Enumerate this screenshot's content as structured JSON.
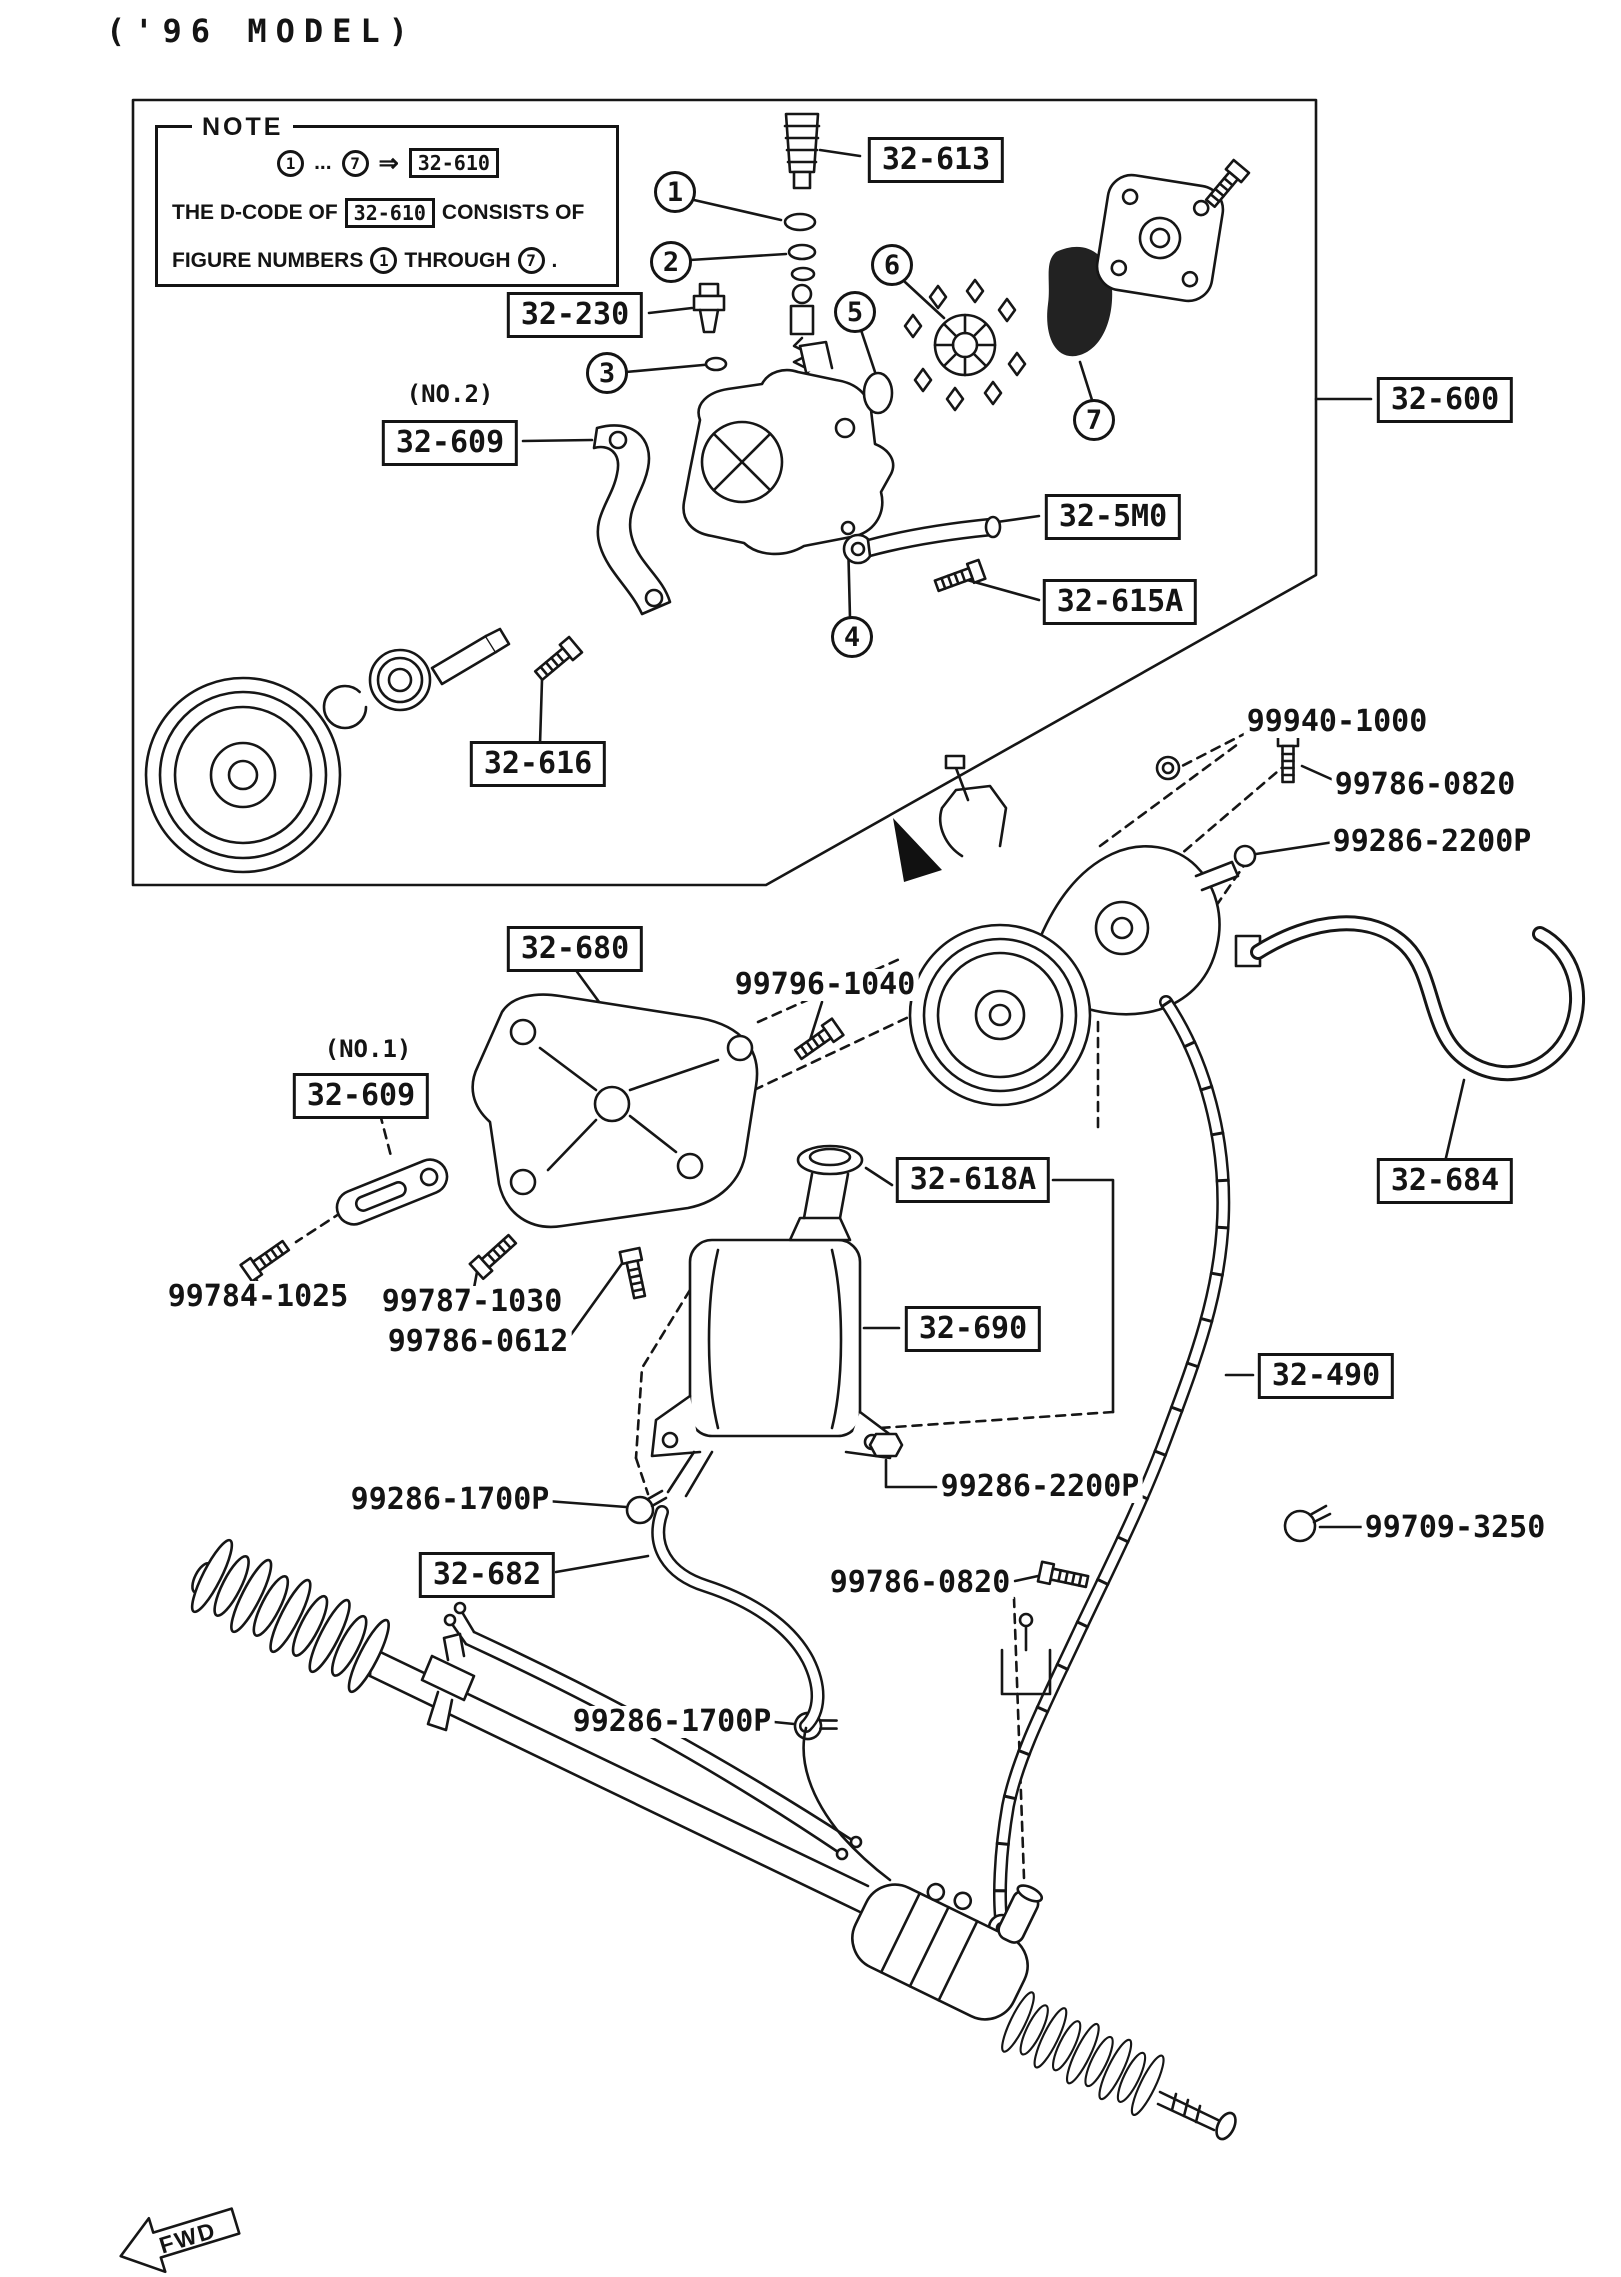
{
  "page": {
    "title": "('96 MODEL)",
    "fwd": "FWD"
  },
  "note": {
    "heading": "NOTE",
    "seq_dots": "...",
    "seq_arrow": "⇒",
    "code": "32-610",
    "line2_a": "THE D-CODE OF",
    "line2_b": "CONSISTS OF",
    "line3_a": "FIGURE NUMBERS",
    "line3_b": "THROUGH",
    "line3_dot": "."
  },
  "callouts": {
    "c1": "1",
    "c2": "2",
    "c3": "3",
    "c4": "4",
    "c5": "5",
    "c6": "6",
    "c7": "7"
  },
  "boxed_labels": {
    "b32_613": "32-613",
    "b32_230": "32-230",
    "no2": "(NO.2)",
    "b32_609_no2": "32-609",
    "b32_600": "32-600",
    "b32_5m0": "32-5M0",
    "b32_615a": "32-615A",
    "b32_616": "32-616",
    "b32_680": "32-680",
    "no1": "(NO.1)",
    "b32_609_no1": "32-609",
    "b32_618a": "32-618A",
    "b32_690": "32-690",
    "b32_684": "32-684",
    "b32_490": "32-490",
    "b32_682": "32-682"
  },
  "part_numbers": {
    "p99940_1000": "99940-1000",
    "p99786_0820_upper": "99786-0820",
    "p99286_2200p_upper": "99286-2200P",
    "p99796_1040": "99796-1040",
    "p99784_1025": "99784-1025",
    "p99787_1030": "99787-1030",
    "p99786_0612": "99786-0612",
    "p99286_2200p_lower": "99286-2200P",
    "p99286_1700p_upper": "99286-1700P",
    "p99709_3250": "99709-3250",
    "p99786_0820_lower": "99786-0820",
    "p99286_1700p_lower": "99286-1700P"
  }
}
